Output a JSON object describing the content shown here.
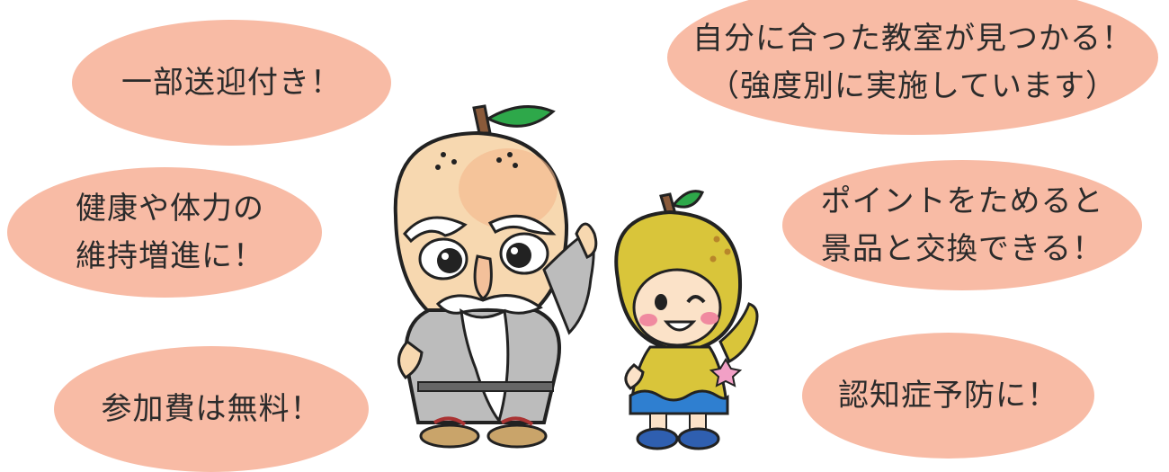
{
  "bubbles": {
    "transport": {
      "line1": "一部送迎付き！"
    },
    "health": {
      "line1": "健康や体力の",
      "line2": "維持増進に！"
    },
    "fee": {
      "line1": "参加費は無料！"
    },
    "classroom": {
      "line1": "自分に合った教室が見つかる！",
      "line2": "（強度別に実施しています）"
    },
    "points": {
      "line1": "ポイントをためると",
      "line2": "景品と交換できる！"
    },
    "dementia": {
      "line1": "認知症予防に！"
    }
  },
  "colors": {
    "bubble": "#f8bba5",
    "text": "#2b2b2b",
    "old_man_face": "#f7d8b0",
    "robe": "#bcbcbc",
    "pear": "#d9c53a",
    "leaf": "#2ea84a",
    "dress_blue": "#2f7fd0"
  },
  "mascots": {
    "left_icon": "old-man-peach-mascot-icon",
    "right_icon": "pear-girl-mascot-icon"
  }
}
